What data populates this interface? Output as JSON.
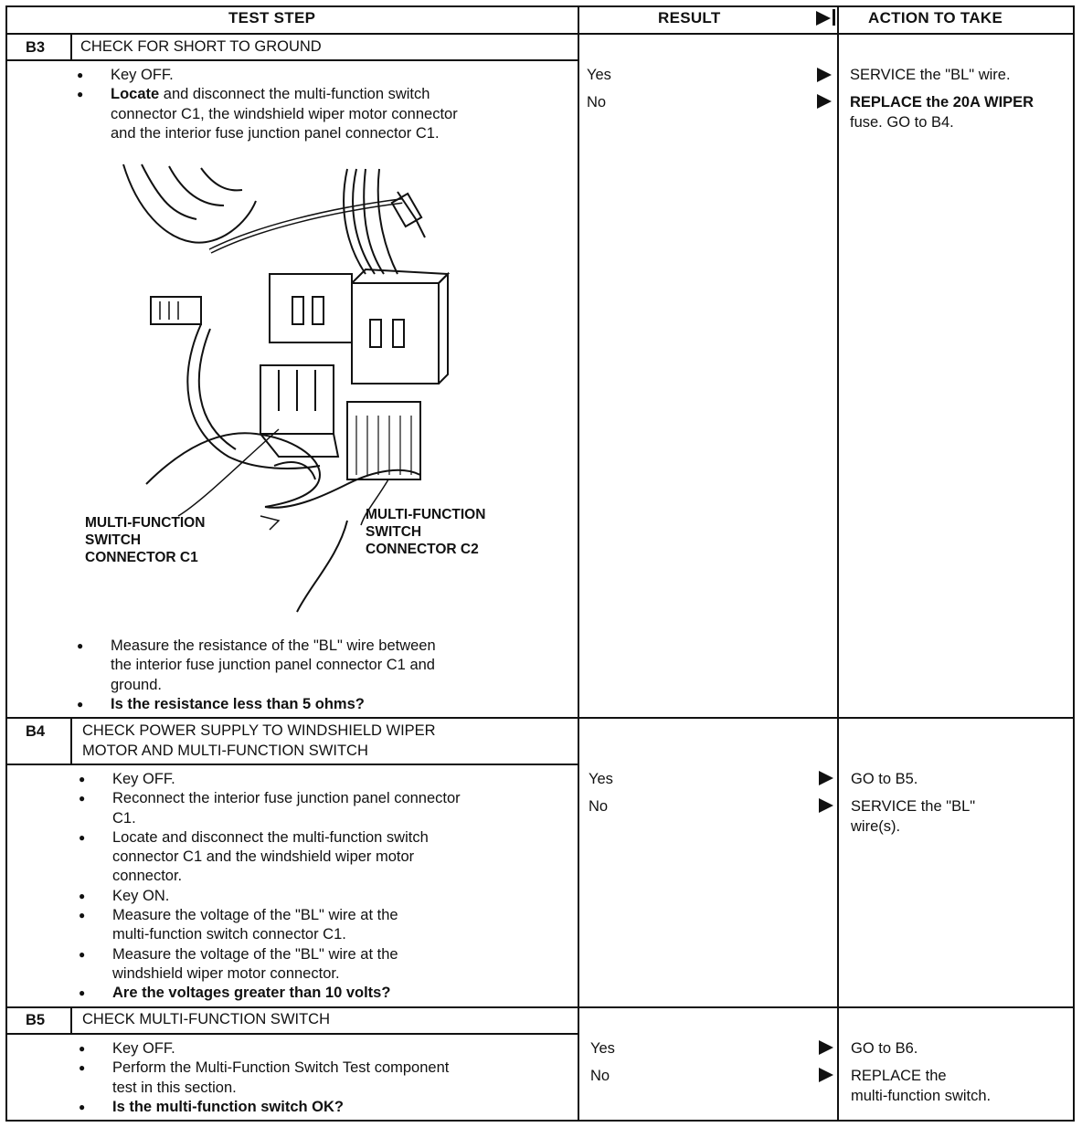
{
  "header": {
    "test_step": "TEST STEP",
    "result": "RESULT",
    "action": "ACTION TO TAKE"
  },
  "steps": [
    {
      "id": "B3",
      "title_lines": [
        "CHECK FOR SHORT TO GROUND"
      ],
      "bullets_top": [
        {
          "lines": [
            "Key OFF."
          ],
          "bold": false
        },
        {
          "lines": [
            "Locate and disconnect the multi-function switch",
            "connector C1, the windshield wiper motor connector",
            "and the interior fuse junction panel connector C1."
          ],
          "bold": false,
          "first_word_bold": "Locate"
        }
      ],
      "figure": {
        "label_c1": [
          "MULTI-FUNCTION",
          "SWITCH",
          "CONNECTOR C1"
        ],
        "label_c2": [
          "MULTI-FUNCTION",
          "SWITCH",
          "CONNECTOR C2"
        ]
      },
      "bullets_bottom": [
        {
          "lines": [
            "Measure the resistance of the \"BL\" wire between",
            "the interior fuse junction panel connector C1 and",
            "ground."
          ],
          "bold": false
        },
        {
          "lines": [
            "Is the resistance less than 5 ohms?"
          ],
          "bold": true
        }
      ],
      "results": [
        {
          "result": "Yes",
          "action_lines": [
            "SERVICE the \"BL\" wire."
          ]
        },
        {
          "result": "No",
          "action_lines": [
            "REPLACE the 20A WIPER",
            "fuse. GO to B4."
          ]
        }
      ]
    },
    {
      "id": "B4",
      "title_lines": [
        "CHECK POWER SUPPLY TO WINDSHIELD WIPER",
        "MOTOR AND MULTI-FUNCTION SWITCH"
      ],
      "bullets": [
        {
          "lines": [
            "Key OFF."
          ],
          "bold": false
        },
        {
          "lines": [
            "Reconnect the interior fuse junction panel connector",
            "C1."
          ],
          "bold": false
        },
        {
          "lines": [
            "Locate and disconnect the multi-function switch",
            "connector C1 and the windshield wiper motor",
            "connector."
          ],
          "bold": false
        },
        {
          "lines": [
            "Key ON."
          ],
          "bold": false
        },
        {
          "lines": [
            "Measure the voltage of the \"BL\" wire at the",
            "multi-function switch connector C1."
          ],
          "bold": false
        },
        {
          "lines": [
            "Measure the voltage of the \"BL\" wire at the",
            "windshield wiper motor connector."
          ],
          "bold": false
        },
        {
          "lines": [
            "Are the voltages greater than 10 volts?"
          ],
          "bold": true
        }
      ],
      "results": [
        {
          "result": "Yes",
          "action_lines": [
            "GO to B5."
          ]
        },
        {
          "result": "No",
          "action_lines": [
            "SERVICE the \"BL\"",
            "wire(s)."
          ]
        }
      ]
    },
    {
      "id": "B5",
      "title_lines": [
        "CHECK MULTI-FUNCTION SWITCH"
      ],
      "bullets": [
        {
          "lines": [
            "Key OFF."
          ],
          "bold": false
        },
        {
          "lines": [
            "Perform the Multi-Function Switch Test component",
            "test in this section."
          ],
          "bold": false
        },
        {
          "lines": [
            "Is the multi-function switch OK?"
          ],
          "bold": true
        }
      ],
      "results": [
        {
          "result": "Yes",
          "action_lines": [
            "GO to B6."
          ]
        },
        {
          "result": "No",
          "action_lines": [
            "REPLACE the",
            "multi-function switch."
          ]
        }
      ]
    }
  ]
}
